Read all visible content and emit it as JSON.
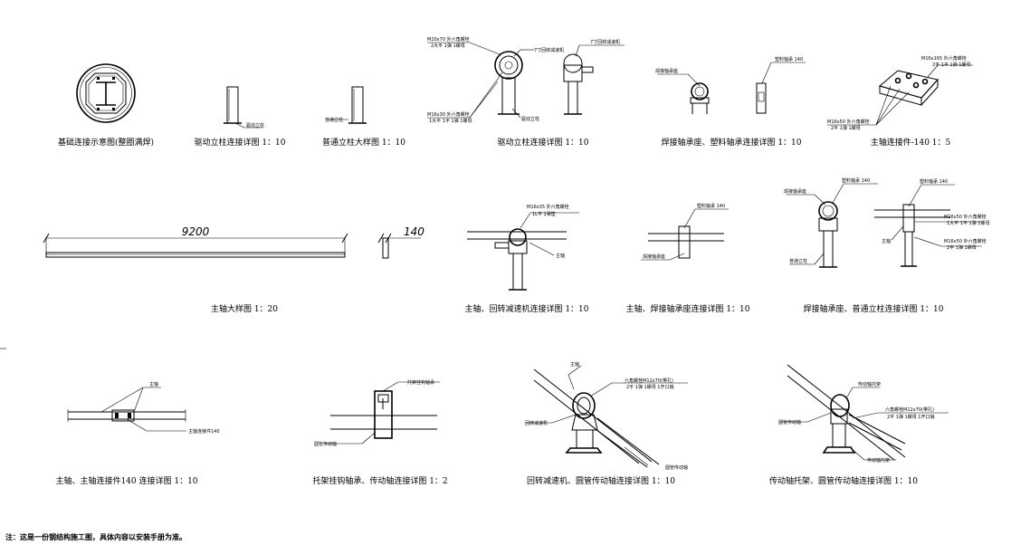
{
  "captions": {
    "foundation": "基础连接示意图(整圈满焊)",
    "drive_column": "驱动立柱连接详图 1：10",
    "common_column": "普通立柱大样图 1：10",
    "drive_column_conn": "驱动立柱连接详图 1：10",
    "bearing_seat": "焊接轴承座、塑料轴承连接详图 1：10",
    "main_connector": "主轴连接件-140 1：5",
    "main_shaft": "主轴大样图 1：20",
    "shaft_reducer": "主轴、回转减速机连接详图 1：10",
    "shaft_bearing": "主轴、焊接轴承座连接详图 1：10",
    "bearing_common": "焊接轴承座、普通立柱连接详图 1：10",
    "shaft_connector": "主轴、主轴连接件140 连接详图 1：10",
    "bracket": "托架挂钩轴承、传动轴连接详图 1：2",
    "reducer_tube": "回转减速机、圆管传动轴连接详图 1：10",
    "drive_bracket": "传动轴托架、圆管传动轴连接详图 1：10"
  },
  "labels": {
    "drive_col": "驱动立柱",
    "common_col": "普通立柱",
    "bolt_m20": "M20x70 外六角螺栓",
    "washer_2": "2大平 1弹 1螺母",
    "bolt_m16x30": "M16x30 外六角螺栓",
    "washer_1": "1大平 1平 1弹 1螺母",
    "slew_7": "7寸回转减速机",
    "plastic_bearing_140": "塑料轴承 140",
    "weld_bearing": "焊接轴承座",
    "bolt_m16x165": "M16x165 外六角螺栓",
    "washer_3": "2平 1平 1弹 1螺母",
    "bolt_m16x50": "M16x50 外六角螺栓",
    "washer_4": "2平 1弹 1螺母",
    "bolt_m16x35": "M16x35 外六角螺栓",
    "washer_5": "1L平 1弹垫",
    "main_shaft": "主轴",
    "plastic_bearing": "塑料轴承",
    "main_connector_140": "主轴连接件140",
    "hook_bearing": "托架挂钩轴承",
    "tube_shaft": "圆管传动轴",
    "hex_bolt_m12": "六角螺栓M12x70(带孔)",
    "washer_6": "2平 1弹 1螺母 1开口销",
    "slew_reducer": "回转减速机",
    "drive_bracket": "传动轴托架",
    "tube_drive": "圆管传动轴"
  },
  "dimensions": {
    "shaft_length": "9200",
    "shaft_section": "140"
  },
  "note": "注：这是一份钢结构施工图，具体内容以安装手册为准。"
}
